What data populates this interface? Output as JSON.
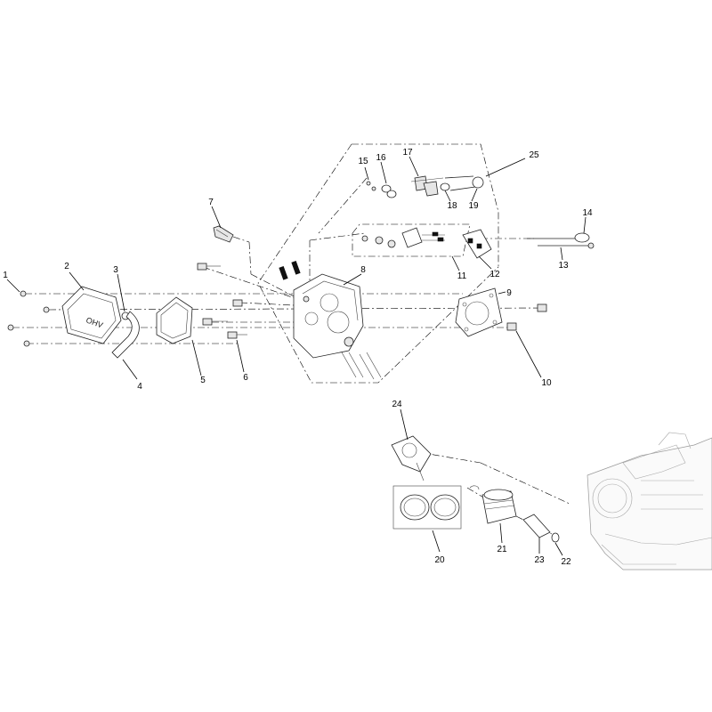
{
  "diagram": {
    "callouts": [
      "1",
      "2",
      "3",
      "4",
      "5",
      "6",
      "7",
      "8",
      "9",
      "10",
      "11",
      "12",
      "13",
      "14",
      "15",
      "16",
      "17",
      "18",
      "19",
      "20",
      "21",
      "22",
      "23",
      "24",
      "25"
    ],
    "cover_text": "OHV"
  }
}
